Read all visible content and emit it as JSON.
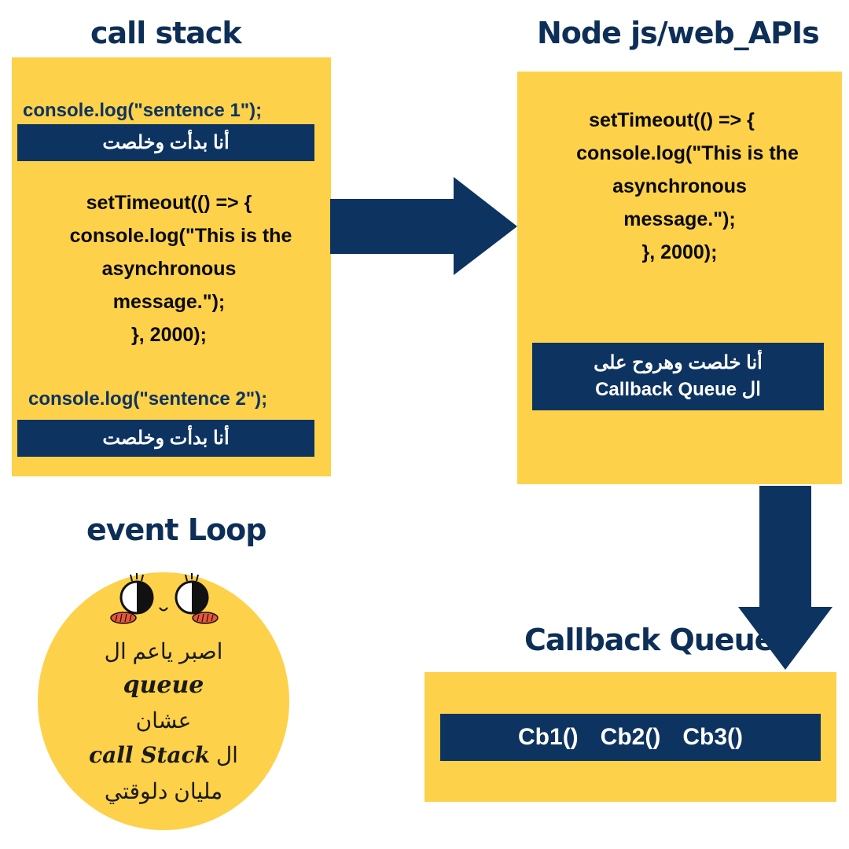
{
  "headings": {
    "call_stack": "call stack",
    "node_apis": "Node js/web_APIs",
    "event_loop": "event Loop",
    "callback_queue": "Callback Queue"
  },
  "call_stack": {
    "line1": "console.log(\"sentence 1\");",
    "line1_note": "أنا بدأت وخلصت",
    "timeout_code": [
      "setTimeout(() => {",
      "console.log(\"This is the",
      "asynchronous",
      "message.\");",
      "}, 2000);"
    ],
    "line2": "console.log(\"sentence 2\");",
    "line2_note": "أنا بدأت وخلصت"
  },
  "web_apis": {
    "timeout_code": [
      "setTimeout(() => {",
      "console.log(\"This is the",
      "asynchronous",
      "message.\");",
      "}, 2000);"
    ],
    "note_line1": "أنا خلصت وهروح على",
    "note_line2": "ال Callback Queue"
  },
  "callback_queue": {
    "items": [
      "Cb1()",
      "Cb2()",
      "Cb3()"
    ]
  },
  "event_loop": {
    "line1": "اصبر ياعم ال",
    "line2": "queue",
    "line3": "عشان",
    "line4_arabic": "ال",
    "line4_latin": "call Stack",
    "line5": "مليان دلوقتي"
  },
  "colors": {
    "panel_yellow": "#fdd14a",
    "navy": "#0d3361",
    "heading": "#0d2f57",
    "blush": "#e8563a"
  }
}
